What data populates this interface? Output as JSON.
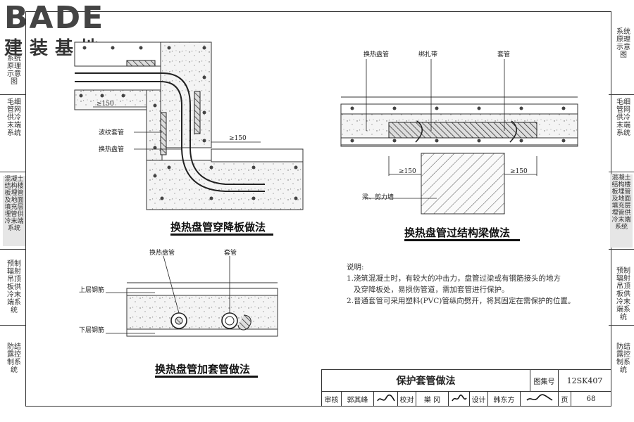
{
  "logo": {
    "brand": "BADE",
    "subtitle": "建装基地"
  },
  "sidebar": {
    "items": [
      {
        "label": "系统原理示意图",
        "active": false
      },
      {
        "label": "毛细管网供冷末端系统",
        "active": false
      },
      {
        "label": "混凝土结构楼板埋管及地面填充层埋管供冷末端系统",
        "active": true
      },
      {
        "label": "预制辐射吊顶板供冷末端系统",
        "active": false
      },
      {
        "label": "防结露控制系统",
        "active": false
      }
    ]
  },
  "drawings": {
    "slab": {
      "title": "换热盘管穿降板做法",
      "labels": {
        "sleeve": "波纹套管",
        "coil": "换热盘管"
      },
      "dims": [
        "≥150",
        "≥150"
      ]
    },
    "beam": {
      "title": "换热盘管过结构梁做法",
      "labels": {
        "coil": "换热盘管",
        "tie": "绑扎带",
        "sleeve": "套管",
        "beam": "梁、剪力墙"
      },
      "dims": [
        "≥150",
        "≥150"
      ]
    },
    "rebar": {
      "title": "换热盘管加套管做法",
      "labels": {
        "coil": "换热盘管",
        "sleeve": "套管",
        "upper": "上层钢筋",
        "lower": "下层钢筋"
      }
    }
  },
  "notes": {
    "heading": "说明:",
    "lines": [
      "1.浇筑混凝土时，有较大的冲击力，盘管过梁或有钢筋接头的地方",
      "  及穿降板处，易损伤管道，需加套管进行保护。",
      "2.普通套管可采用塑料(PVC)管纵向劈开，将其固定在需保护的位置。"
    ]
  },
  "title_block": {
    "title": "保护套管做法",
    "atlas_label": "图集号",
    "atlas_no": "12SK407",
    "review_label": "审核",
    "reviewer": "郭其峰",
    "check_label": "校对",
    "checker": "樂  冈",
    "design_label": "设计",
    "designer": "韩东方",
    "page_label": "页",
    "page_no": "68"
  }
}
